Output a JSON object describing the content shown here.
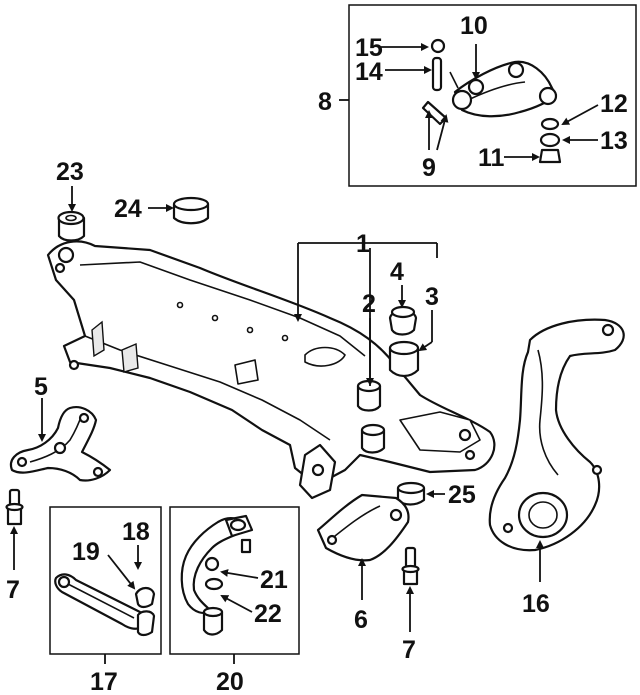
{
  "callouts": {
    "c1": "1",
    "c2": "2",
    "c3": "3",
    "c4": "4",
    "c5": "5",
    "c6": "6",
    "c7a": "7",
    "c7b": "7",
    "c8": "8",
    "c9": "9",
    "c10": "10",
    "c11": "11",
    "c12": "12",
    "c13": "13",
    "c14": "14",
    "c15": "15",
    "c16": "16",
    "c17": "17",
    "c18": "18",
    "c19": "19",
    "c20": "20",
    "c21": "21",
    "c22": "22",
    "c23": "23",
    "c24": "24",
    "c25": "25"
  }
}
